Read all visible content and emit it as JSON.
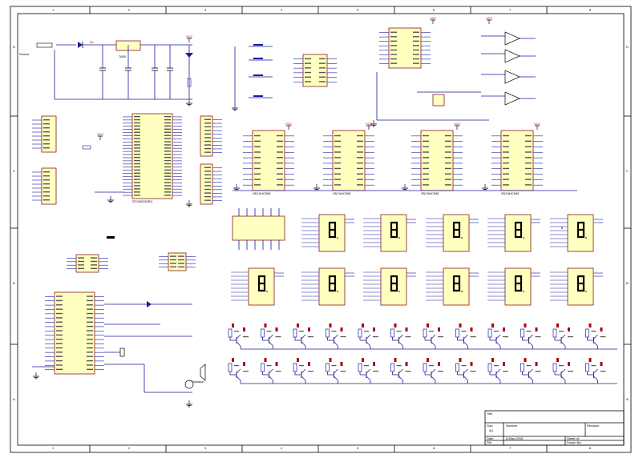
{
  "frame": {
    "columns": [
      "1",
      "2",
      "3",
      "4",
      "5",
      "6",
      "7",
      "8"
    ],
    "rows": [
      "D",
      "C",
      "B",
      "A"
    ]
  },
  "title_block": {
    "title_label": "Title",
    "size_label": "Size",
    "size_value": "A4",
    "number_label": "Number",
    "revision_label": "Revision",
    "date_label": "Date",
    "date_value": "8-May-2016",
    "file_label": "File",
    "sheet_label": "Sheet  of",
    "drawn_by_label": "Drawn By:"
  },
  "labels": {
    "vcc": "VCC",
    "five_volt": "5V",
    "sensor": "Sensor",
    "regulator": "7805",
    "shift_register": "SN74HC595",
    "speaker": "Speaker",
    "mcu": "STC89C52RC",
    "seg_display": "8"
  },
  "colors": {
    "wire": "#1a1aa0",
    "chip_fill": "#ffffc0",
    "chip_border": "#8b1a1a",
    "label_red": "#b00000"
  }
}
